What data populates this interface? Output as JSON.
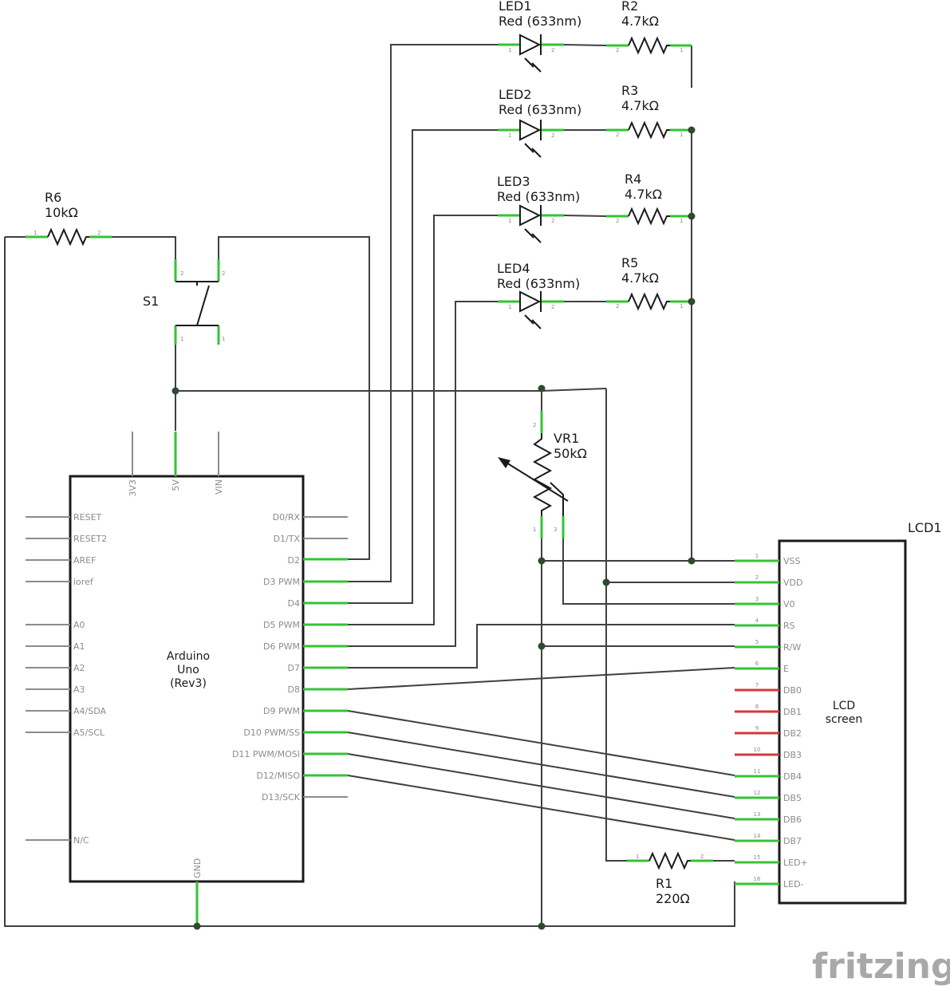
{
  "components": {
    "led1": {
      "name": "LED1",
      "value": "Red (633nm)"
    },
    "led2": {
      "name": "LED2",
      "value": "Red (633nm)"
    },
    "led3": {
      "name": "LED3",
      "value": "Red (633nm)"
    },
    "led4": {
      "name": "LED4",
      "value": "Red (633nm)"
    },
    "r1": {
      "name": "R1",
      "value": "220Ω"
    },
    "r2": {
      "name": "R2",
      "value": "4.7kΩ"
    },
    "r3": {
      "name": "R3",
      "value": "4.7kΩ"
    },
    "r4": {
      "name": "R4",
      "value": "4.7kΩ"
    },
    "r5": {
      "name": "R5",
      "value": "4.7kΩ"
    },
    "r6": {
      "name": "R6",
      "value": "10kΩ"
    },
    "s1": {
      "name": "S1"
    },
    "vr1": {
      "name": "VR1",
      "value": "50kΩ"
    },
    "lcd1": {
      "name": "LCD1",
      "body_line1": "LCD",
      "body_line2": "screen"
    }
  },
  "arduino": {
    "title_line1": "Arduino",
    "title_line2": "Uno",
    "title_line3": "(Rev3)",
    "left_pins": [
      "RESET",
      "RESET2",
      "AREF",
      "ioref",
      "A0",
      "A1",
      "A2",
      "A3",
      "A4/SDA",
      "A5/SCL",
      "N/C"
    ],
    "right_pins": [
      "D0/RX",
      "D1/TX",
      "D2",
      "D3 PWM",
      "D4",
      "D5 PWM",
      "D6 PWM",
      "D7",
      "D8",
      "D9 PWM",
      "D10 PWM/SS",
      "D11 PWM/MOSI",
      "D12/MISO",
      "D13/SCK"
    ],
    "top_pins": [
      "3V3",
      "5V",
      "VIN"
    ],
    "bottom_pins": [
      "GND"
    ]
  },
  "lcd_pins": [
    {
      "num": "1",
      "label": "VSS"
    },
    {
      "num": "2",
      "label": "VDD"
    },
    {
      "num": "3",
      "label": "V0"
    },
    {
      "num": "4",
      "label": "RS"
    },
    {
      "num": "5",
      "label": "R/W"
    },
    {
      "num": "6",
      "label": "E"
    },
    {
      "num": "7",
      "label": "DB0"
    },
    {
      "num": "8",
      "label": "DB1"
    },
    {
      "num": "9",
      "label": "DB2"
    },
    {
      "num": "10",
      "label": "DB3"
    },
    {
      "num": "11",
      "label": "DB4"
    },
    {
      "num": "12",
      "label": "DB5"
    },
    {
      "num": "13",
      "label": "DB6"
    },
    {
      "num": "14",
      "label": "DB7"
    },
    {
      "num": "15",
      "label": "LED+"
    },
    {
      "num": "16",
      "label": "LED-"
    }
  ],
  "pin_numbers": {
    "one": "1",
    "two": "2",
    "three": "3"
  },
  "branding": {
    "logo": "fritzing"
  },
  "colors": {
    "wire": "#404040",
    "connected_pin": "#35c335",
    "unconnected_pin": "#d13a3a",
    "junction": "#2f4a2f"
  }
}
